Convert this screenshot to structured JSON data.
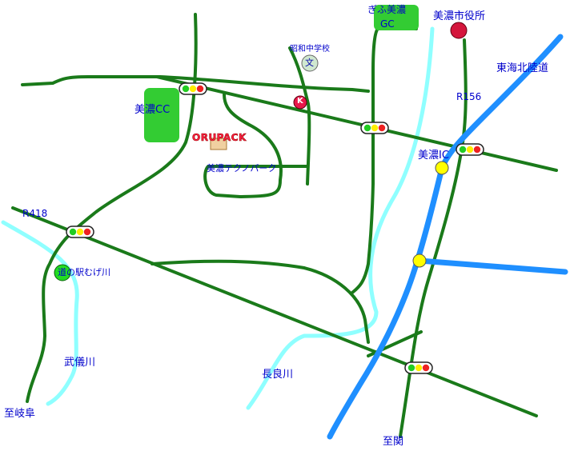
{
  "labels": {
    "mino_city_hall": "美濃市役所",
    "gifu_mino_gc_line1": "ぎふ美濃",
    "gifu_mino_gc_line2": "GC",
    "showa_jhs": "昭和中学校",
    "school_symbol": "文",
    "k_marker": "K",
    "mino_cc": "美濃CC",
    "orupack": "ORUPACK",
    "mino_technopark": "美濃テクノパーク",
    "tokai_hokuriku_expwy": "東海北陸道",
    "r156": "R156",
    "mino_ic": "美濃IC",
    "r418": "R418",
    "michinoeki_mugegawa": "道の駅むげ川",
    "mugegawa_river": "武儀川",
    "nagaragawa_river": "長良川",
    "to_gifu": "至岐阜",
    "to_seki": "至関"
  },
  "colors": {
    "road": "#1a7a1a",
    "expressway": "#1f8fff",
    "river": "#8fffff",
    "label": "#0000cc",
    "golf_course": "#33cc33",
    "city_hall_marker": "#d4163c",
    "ic_marker": "#ffff00",
    "station_marker": "#22dd22"
  },
  "icons": [
    "traffic-light-icon",
    "school-icon",
    "k-marker-icon",
    "factory-icon",
    "city-hall-marker-icon",
    "ic-marker-icon",
    "roadside-station-icon"
  ]
}
